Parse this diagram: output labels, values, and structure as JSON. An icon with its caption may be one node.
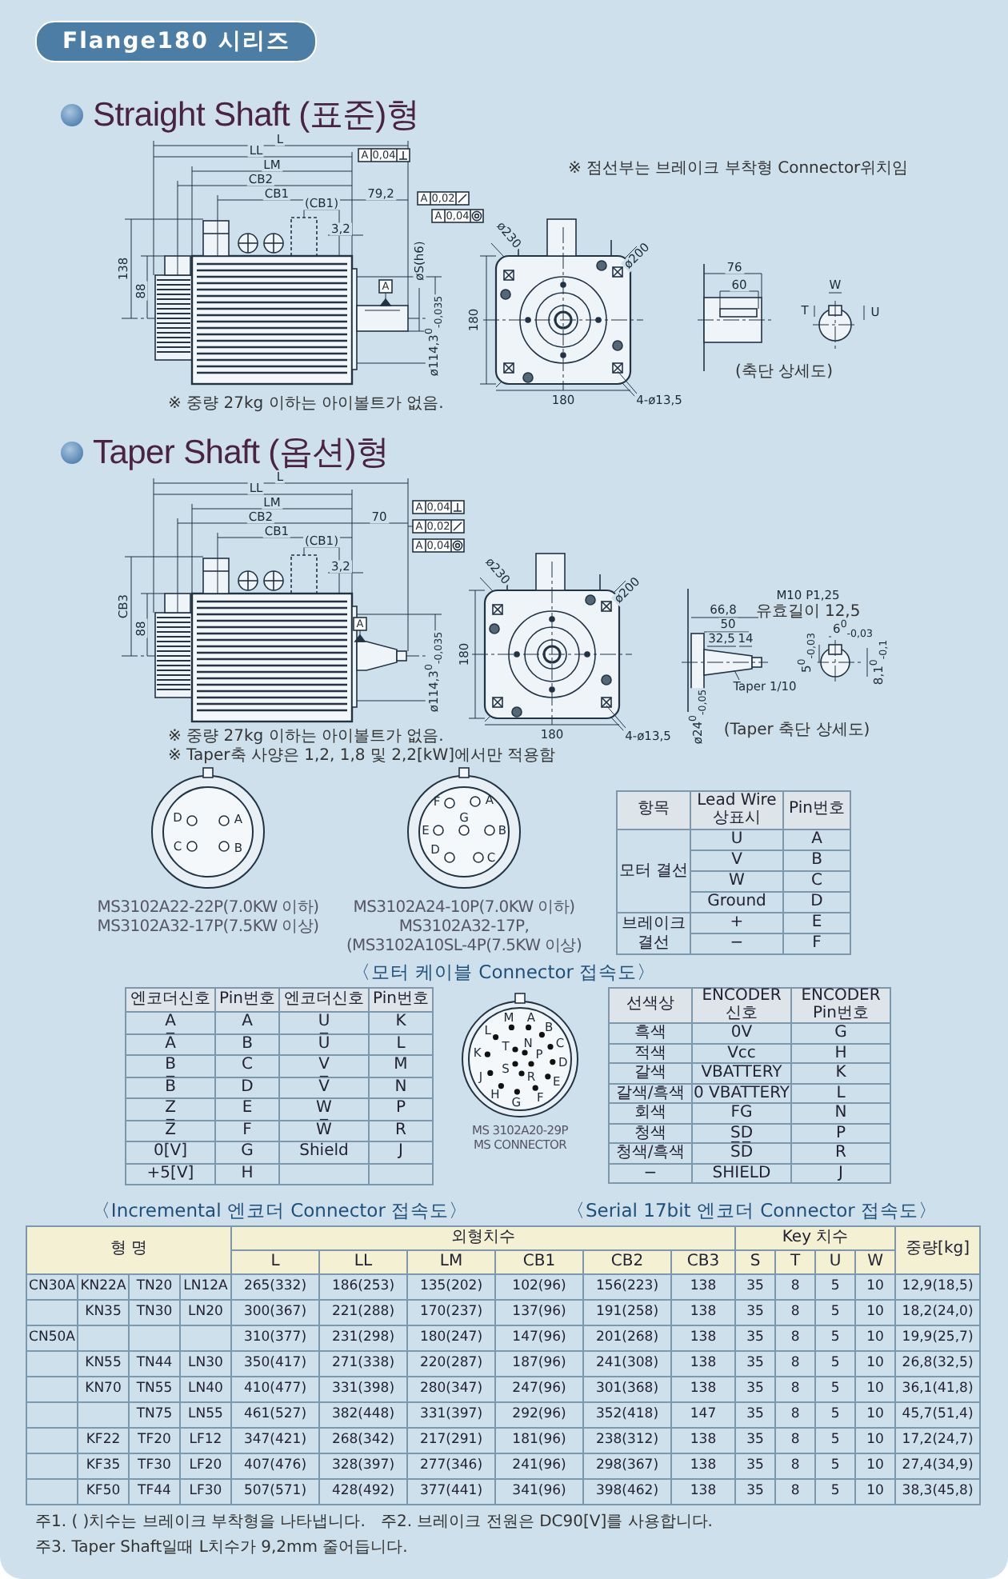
{
  "diagram": {
    "title": "Flange180 시리즈",
    "nodes": [
      {
        "text": [
          "D",
          "A",
          "C",
          "B"
        ],
        "beside": [
          "MS3102A22-22P(7.0KW 이하)",
          "MS3102A32-17P(7.5KW 이상)"
        ]
      },
      {
        "text": [
          "F",
          "A",
          "G",
          "E",
          "B",
          "D",
          "C"
        ],
        "beside": [
          "MS3102A24-10P(7.0KW 이하)",
          "MS3102A32-17P,",
          "(MS3102A10SL-4P(7.5KW 이상)"
        ]
      },
      {
        "text": [
          "M",
          "A",
          "B",
          "L",
          "T",
          "N",
          "P",
          "C",
          "K",
          "D",
          "S",
          "R",
          "J",
          "E",
          "H",
          "G",
          "F"
        ],
        "beside": [
          "MS 3102A20-29P",
          "MS CONNECTOR"
        ]
      }
    ],
    "labels": [
      "Straight Shaft (표준)형",
      "L",
      "LL",
      "A",
      "0,04",
      "LM",
      "CB2",
      "CB1",
      "79,2",
      "A",
      "0,02",
      "(CB1)",
      "A",
      "0,04",
      "3,2",
      "138",
      "88",
      "A",
      "øS(h6)",
      "ø114,3$^{0}$$_{-0,035}$",
      "※ 점선부는 브레이크 부착형 Connector위치임",
      "ø230",
      "ø200",
      "180",
      "180",
      "4-ø13,5",
      "76",
      "60",
      "W",
      "T",
      "U",
      "(축단 상세도)",
      "※ 중량 27kg 이하는 아이볼트가 없음.",
      "Taper Shaft (옵션)형",
      "L",
      "LL",
      "LM",
      "A",
      "0,04",
      "CB2",
      "70",
      "CB1",
      "A",
      "0,02",
      "(CB1)",
      "A",
      "0,04",
      "3,2",
      "CB3",
      "88",
      "A",
      "ø114,3$^{0}$$_{-0,035}$",
      "ø230",
      "ø200",
      "180",
      "180",
      "4-ø13,5",
      "M10 P1,25",
      "66,8",
      "유효길이 12,5",
      "50",
      "32,5",
      "14",
      "Taper 1/10",
      "ø24$^{0}$$_{-0,05}$",
      "5$^{0}$$_{-0,03}$",
      "6$^{0}$$_{-0,03}$",
      "8,1$^{0}$$_{-0,1}$",
      "※ 중량 27kg 이하는 아이볼트가 없음.",
      "(Taper 축단 상세도)",
      "※ Taper축 사양은 1,2, 1,8 및 2,2[kW]에서만 적용함",
      "항목",
      "Lead Wire 상표시",
      "Pin번호",
      "모터 결선",
      "U",
      "A",
      "V",
      "B",
      "W",
      "C",
      "Ground",
      "D",
      "브레이크 결선",
      "+",
      "E",
      "−",
      "F",
      "〈모터 케이블 Connector 접속도〉",
      "엔코더신호",
      "Pin번호",
      "엔코더신호",
      "Pin번호",
      "A",
      "A",
      "U",
      "K",
      "A̅",
      "B",
      "U̅",
      "L",
      "B",
      "C",
      "V",
      "M",
      "B̅",
      "D",
      "V̅",
      "N",
      "Z",
      "E",
      "W",
      "P",
      "Z̅",
      "F",
      "W̅",
      "R",
      "0[V]",
      "G",
      "Shield",
      "J",
      "+5[V]",
      "H",
      "〈Incremental 엔코더 Connector 접속도〉",
      "선색상",
      "ENCODER 신호",
      "ENCODER Pin번호",
      "흑색",
      "0V",
      "G",
      "적색",
      "Vcc",
      "H",
      "갈색",
      "VBATTERY",
      "K",
      "갈색/흑색",
      "0 VBATTERY",
      "L",
      "회색",
      "FG",
      "N",
      "청색",
      "SD",
      "P",
      "청색/흑색",
      "S̅D̅",
      "R",
      "−",
      "SHIELD",
      "J",
      "〈Serial 17bit 엔코더 Connector 접속도〉",
      "형 명",
      "외형치수",
      "Key 치수",
      "중량[kg]",
      "L",
      "LL",
      "LM",
      "CB1",
      "CB2",
      "CB3",
      "S",
      "T",
      "U",
      "W",
      "CN30A",
      "KN22A",
      "TN20",
      "LN12A",
      "265(332)",
      "186(253)",
      "135(202)",
      "102(96)",
      "156(223)",
      "138",
      "35",
      "8",
      "5",
      "10",
      "12,9(18,5)",
      "KN35",
      "TN30",
      "LN20",
      "300(367)",
      "221(288)",
      "170(237)",
      "137(96)",
      "191(258)",
      "138",
      "35",
      "8",
      "5",
      "10",
      "18,2(24,0)",
      "CN50A",
      "310(377)",
      "231(298)",
      "180(247)",
      "147(96)",
      "201(268)",
      "138",
      "35",
      "8",
      "5",
      "10",
      "19,9(25,7)",
      "KN55",
      "TN44",
      "LN30",
      "350(417)",
      "271(338)",
      "220(287)",
      "187(96)",
      "241(308)",
      "138",
      "35",
      "8",
      "5",
      "10",
      "26,8(32,5)",
      "KN70",
      "TN55",
      "LN40",
      "410(477)",
      "331(398)",
      "280(347)",
      "247(96)",
      "301(368)",
      "138",
      "35",
      "8",
      "5",
      "10",
      "36,1(41,8)",
      "TN75",
      "LN55",
      "461(527)",
      "382(448)",
      "331(397)",
      "292(96)",
      "352(418)",
      "147",
      "35",
      "8",
      "5",
      "10",
      "45,7(51,4)",
      "KF22",
      "TF20",
      "LF12",
      "347(421)",
      "268(342)",
      "217(291)",
      "181(96)",
      "238(312)",
      "138",
      "35",
      "8",
      "5",
      "10",
      "17,2(24,7)",
      "KF35",
      "TF30",
      "LF20",
      "407(476)",
      "328(397)",
      "277(346)",
      "241(96)",
      "298(367)",
      "138",
      "35",
      "8",
      "5",
      "10",
      "27,4(34,9)",
      "KF50",
      "TF44",
      "LF30",
      "507(571)",
      "428(492)",
      "377(441)",
      "341(96)",
      "398(462)",
      "138",
      "35",
      "8",
      "5",
      "10",
      "38,3(45,8)",
      "주1. ( )치수는 브레이크 부착형을 나타냅니다.",
      "주2. 브레이크 전원은 DC90[V]를 사용합니다.",
      "주3. Taper Shaft일때 L치수가 9,2mm 줄어듭니다."
    ]
  }
}
